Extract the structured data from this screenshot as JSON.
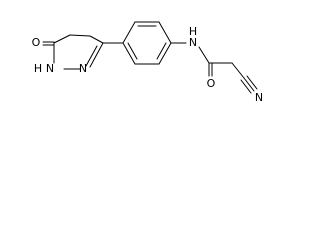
{
  "molecule": {
    "atoms": {
      "ketone_oxygen": "O",
      "ring_nh": "N",
      "ring_nh_h": "H",
      "ring_imine_n": "N",
      "amide_nh": "N",
      "amide_nh_h": "H",
      "amide_oxygen": "O",
      "nitrile_n": "N"
    }
  }
}
